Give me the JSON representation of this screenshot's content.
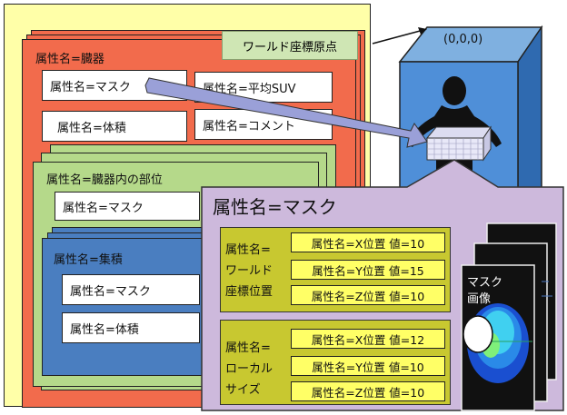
{
  "origin_label": "ワールド座標原点",
  "origin_coord": "(0,0,0)",
  "organ": {
    "title": "属性名=臓器",
    "items": [
      "属性名=マスク",
      "属性名=平均SUV",
      "属性名=体積",
      "属性名=コメント"
    ]
  },
  "region": {
    "title": "属性名=臓器内の部位",
    "items": [
      "属性名=マスク"
    ]
  },
  "accum": {
    "title": "属性名=集積",
    "items": [
      "属性名=マスク",
      "属性名=体積"
    ]
  },
  "mask_panel": {
    "title": "属性名=マスク",
    "world_group": {
      "label_lines": [
        "属性名=",
        "ワールド",
        "座標位置"
      ],
      "values": [
        "属性名=X位置 値=10",
        "属性名=Y位置 値=15",
        "属性名=Z位置 値=10"
      ]
    },
    "local_group": {
      "label_lines": [
        "属性名=",
        "ローカル",
        "サイズ"
      ],
      "values": [
        "属性名=X位置 値=12",
        "属性名=Y位置 値=10",
        "属性名=Z位置 値=10"
      ]
    },
    "mask_image_label": [
      "マスク",
      "画像"
    ]
  },
  "colors": {
    "outer_bg": "#ffffa8",
    "organ": "#f26b4c",
    "region": "#b5d98a",
    "accum": "#4a7ec0",
    "panel": "#cdb9dc",
    "value_box": "#ffff66",
    "group_bg": "#c8c830",
    "arrow": "#9aa0d8"
  }
}
